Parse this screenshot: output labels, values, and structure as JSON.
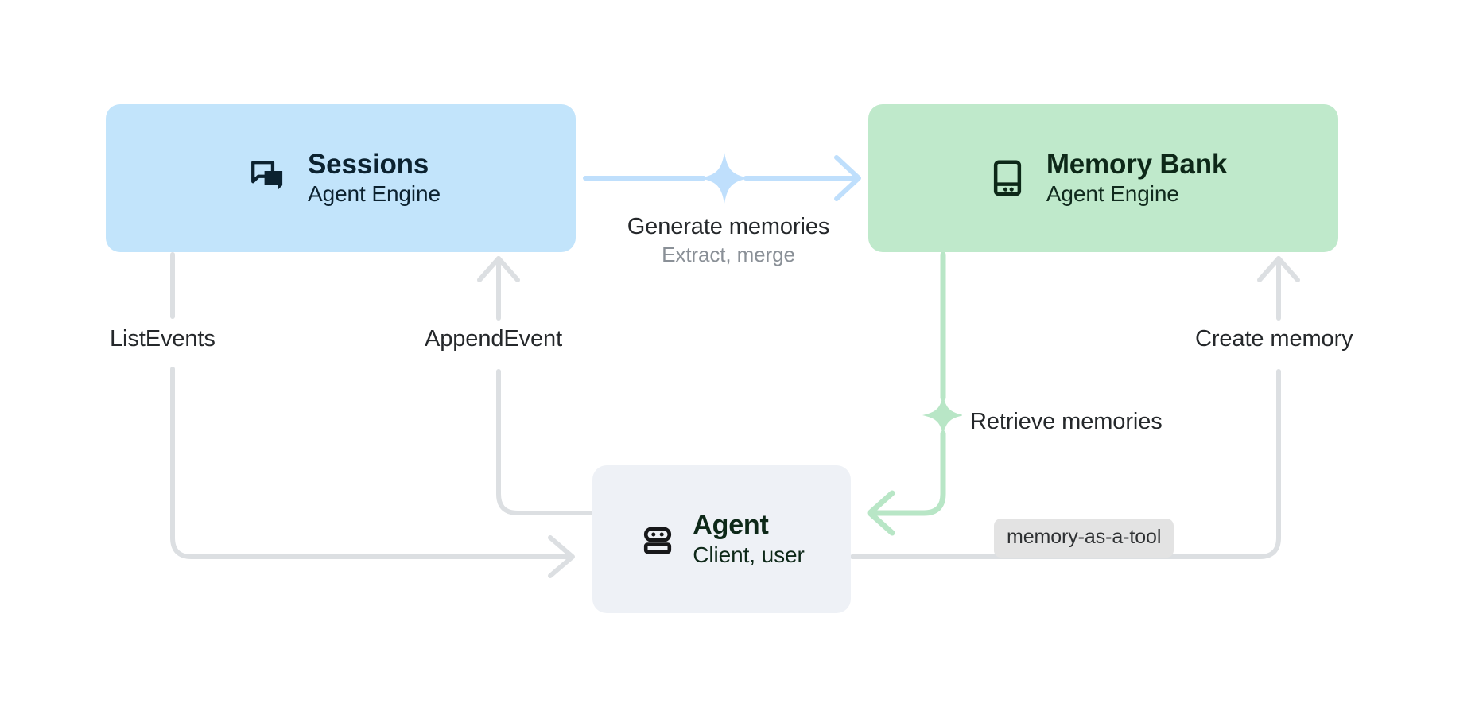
{
  "diagram": {
    "title": "Agent Engine Sessions and Memory Bank flow",
    "background": "#ffffff",
    "colors": {
      "sessions_fill": "#c2e4fb",
      "sessions_edge": "#bfdffc",
      "memory_fill": "#bfe9cb",
      "memory_edge": "#b8e6c6",
      "agent_fill": "#eef1f6",
      "neutral_edge": "#dcdfe2",
      "label_text": "#25282b",
      "sub_label_text": "#8a9097",
      "badge_fill": "#e3e3e3"
    },
    "nodes": [
      {
        "id": "sessions",
        "title": "Sessions",
        "subtitle": "Agent Engine",
        "icon": "chat-bubbles-icon"
      },
      {
        "id": "memory-bank",
        "title": "Memory Bank",
        "subtitle": "Agent Engine",
        "icon": "memory-bank-icon"
      },
      {
        "id": "agent",
        "title": "Agent",
        "subtitle": "Client, user",
        "icon": "robot-icon"
      }
    ],
    "edges": [
      {
        "id": "generate-memories",
        "from": "sessions",
        "to": "memory-bank",
        "label": "Generate memories",
        "sublabel": "Extract, merge",
        "color": "#bfdffc",
        "marker": "sparkle-icon"
      },
      {
        "id": "append-event",
        "from": "agent",
        "to": "sessions",
        "label": "AppendEvent",
        "color": "#dcdfe2"
      },
      {
        "id": "list-events",
        "from": "sessions",
        "to": "agent",
        "label": "ListEvents",
        "color": "#dcdfe2"
      },
      {
        "id": "create-memory",
        "from": "agent",
        "to": "memory-bank",
        "label": "Create memory",
        "color": "#dcdfe2"
      },
      {
        "id": "retrieve-memories",
        "from": "memory-bank",
        "to": "agent",
        "label": "Retrieve memories",
        "color": "#b8e6c6",
        "marker": "sparkle-icon"
      }
    ],
    "badges": [
      {
        "id": "memory-as-a-tool",
        "text": "memory-as-a-tool"
      }
    ]
  }
}
